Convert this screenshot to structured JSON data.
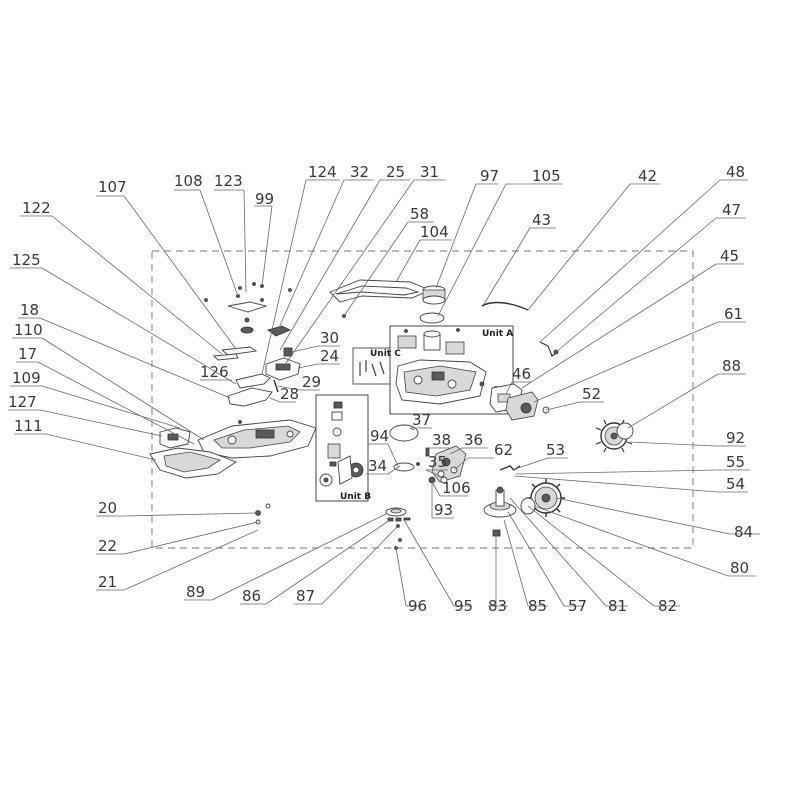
{
  "unit_labels": {
    "a": "Unit A",
    "b": "Unit B",
    "c": "Unit C"
  },
  "callouts": [
    "107",
    "108",
    "123",
    "99",
    "124",
    "32",
    "25",
    "31",
    "97",
    "105",
    "42",
    "48",
    "47",
    "45",
    "122",
    "125",
    "18",
    "110",
    "17",
    "109",
    "127",
    "111",
    "126",
    "58",
    "104",
    "43",
    "30",
    "24",
    "29",
    "28",
    "46",
    "61",
    "52",
    "88",
    "92",
    "55",
    "54",
    "37",
    "38",
    "36",
    "62",
    "53",
    "94",
    "34",
    "35",
    "106",
    "93",
    "20",
    "22",
    "21",
    "89",
    "86",
    "87",
    "96",
    "95",
    "83",
    "85",
    "57",
    "81",
    "82",
    "84",
    "80"
  ]
}
